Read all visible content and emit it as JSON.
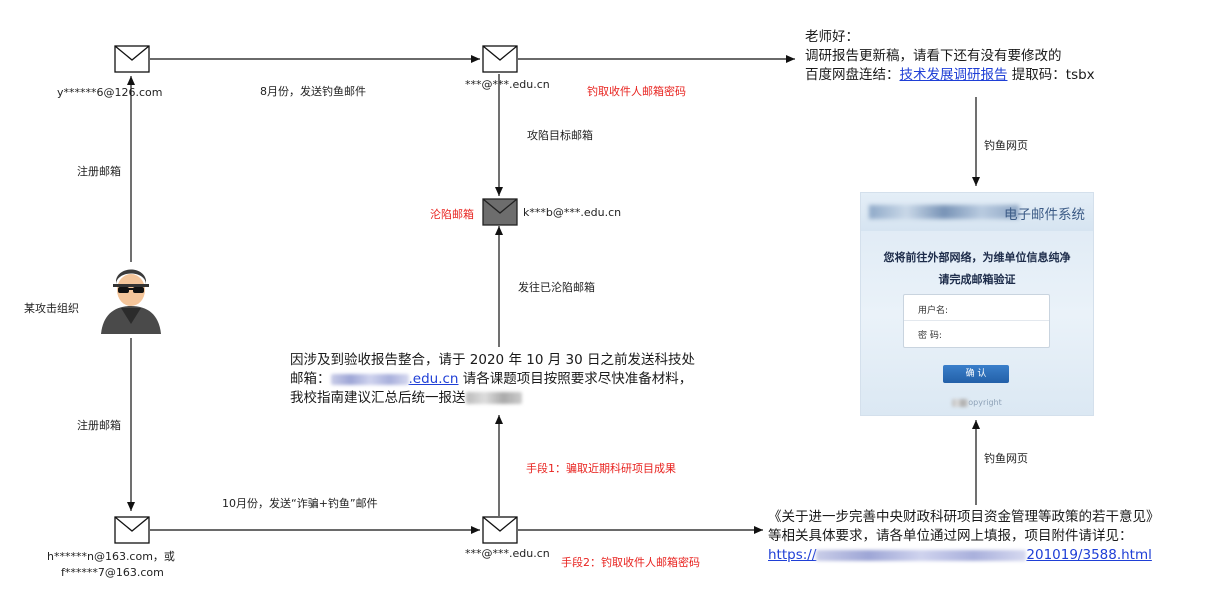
{
  "attacker": {
    "label": "某攻击组织",
    "register_top": "注册邮箱",
    "register_bottom": "注册邮箱"
  },
  "top_row": {
    "sender_email": "y******6@126.com",
    "send_label": "8月份，发送钓鱼邮件",
    "receiver_email": "***@***.edu.cn",
    "steal_label": "钓取收件人邮箱密码",
    "compromise_label": "攻陷目标邮箱"
  },
  "compromised": {
    "label": "沦陷邮箱",
    "email": "k***b@***.edu.cn",
    "send_to_label": "发往已沦陷邮箱"
  },
  "top_message": {
    "line1": "老师好：",
    "line2": "调研报告更新稿，请看下还有没有要修改的",
    "line3_prefix": "百度网盘连结：",
    "line3_link": "技术发展调研报告",
    "line3_suffix": "  提取码：tsbx"
  },
  "phishing_label_top": "钓鱼网页",
  "phishing_label_bottom": "钓鱼网页",
  "phish_page": {
    "brand": "电子邮件系统",
    "heading1": "您将前往外部网络，为维单位信息纯净",
    "heading2": "请完成邮箱验证",
    "username_label": "用户名:",
    "password_label": "密    码:",
    "confirm_button": "确 认",
    "copyright": "opyright"
  },
  "middle_message": {
    "line1": "因涉及到验收报告整合，请于 2020 年 10 月 30 日之前发送科技处",
    "line2_prefix": "邮箱：",
    "line2_link_tail": ".edu.cn",
    "line2_suffix": " 请各课题项目按照要求尽快准备材料，",
    "line3": "我校指南建议汇总后统一报送"
  },
  "bottom_row": {
    "sender_email_1": "h******n@163.com，或",
    "sender_email_2": "f******7@163.com",
    "send_label": "10月份，发送“诈骗+钓鱼”邮件",
    "receiver_email": "***@***.edu.cn",
    "means1_label": "手段1：骗取近期科研项目成果",
    "means2_label": "手段2：钓取收件人邮箱密码"
  },
  "bottom_message": {
    "line1": "《关于进一步完善中央财政科研项目资金管理等政策的若干意见》",
    "line2": "等相关具体要求，请各单位通过网上填报，项目附件请详见：",
    "line3_prefix": "https://",
    "line3_suffix": "201019/3588.html"
  },
  "colors": {
    "red_label": "#e8231f",
    "link": "#1f3fd6",
    "compromised_envelope": "#6d6d6d"
  }
}
